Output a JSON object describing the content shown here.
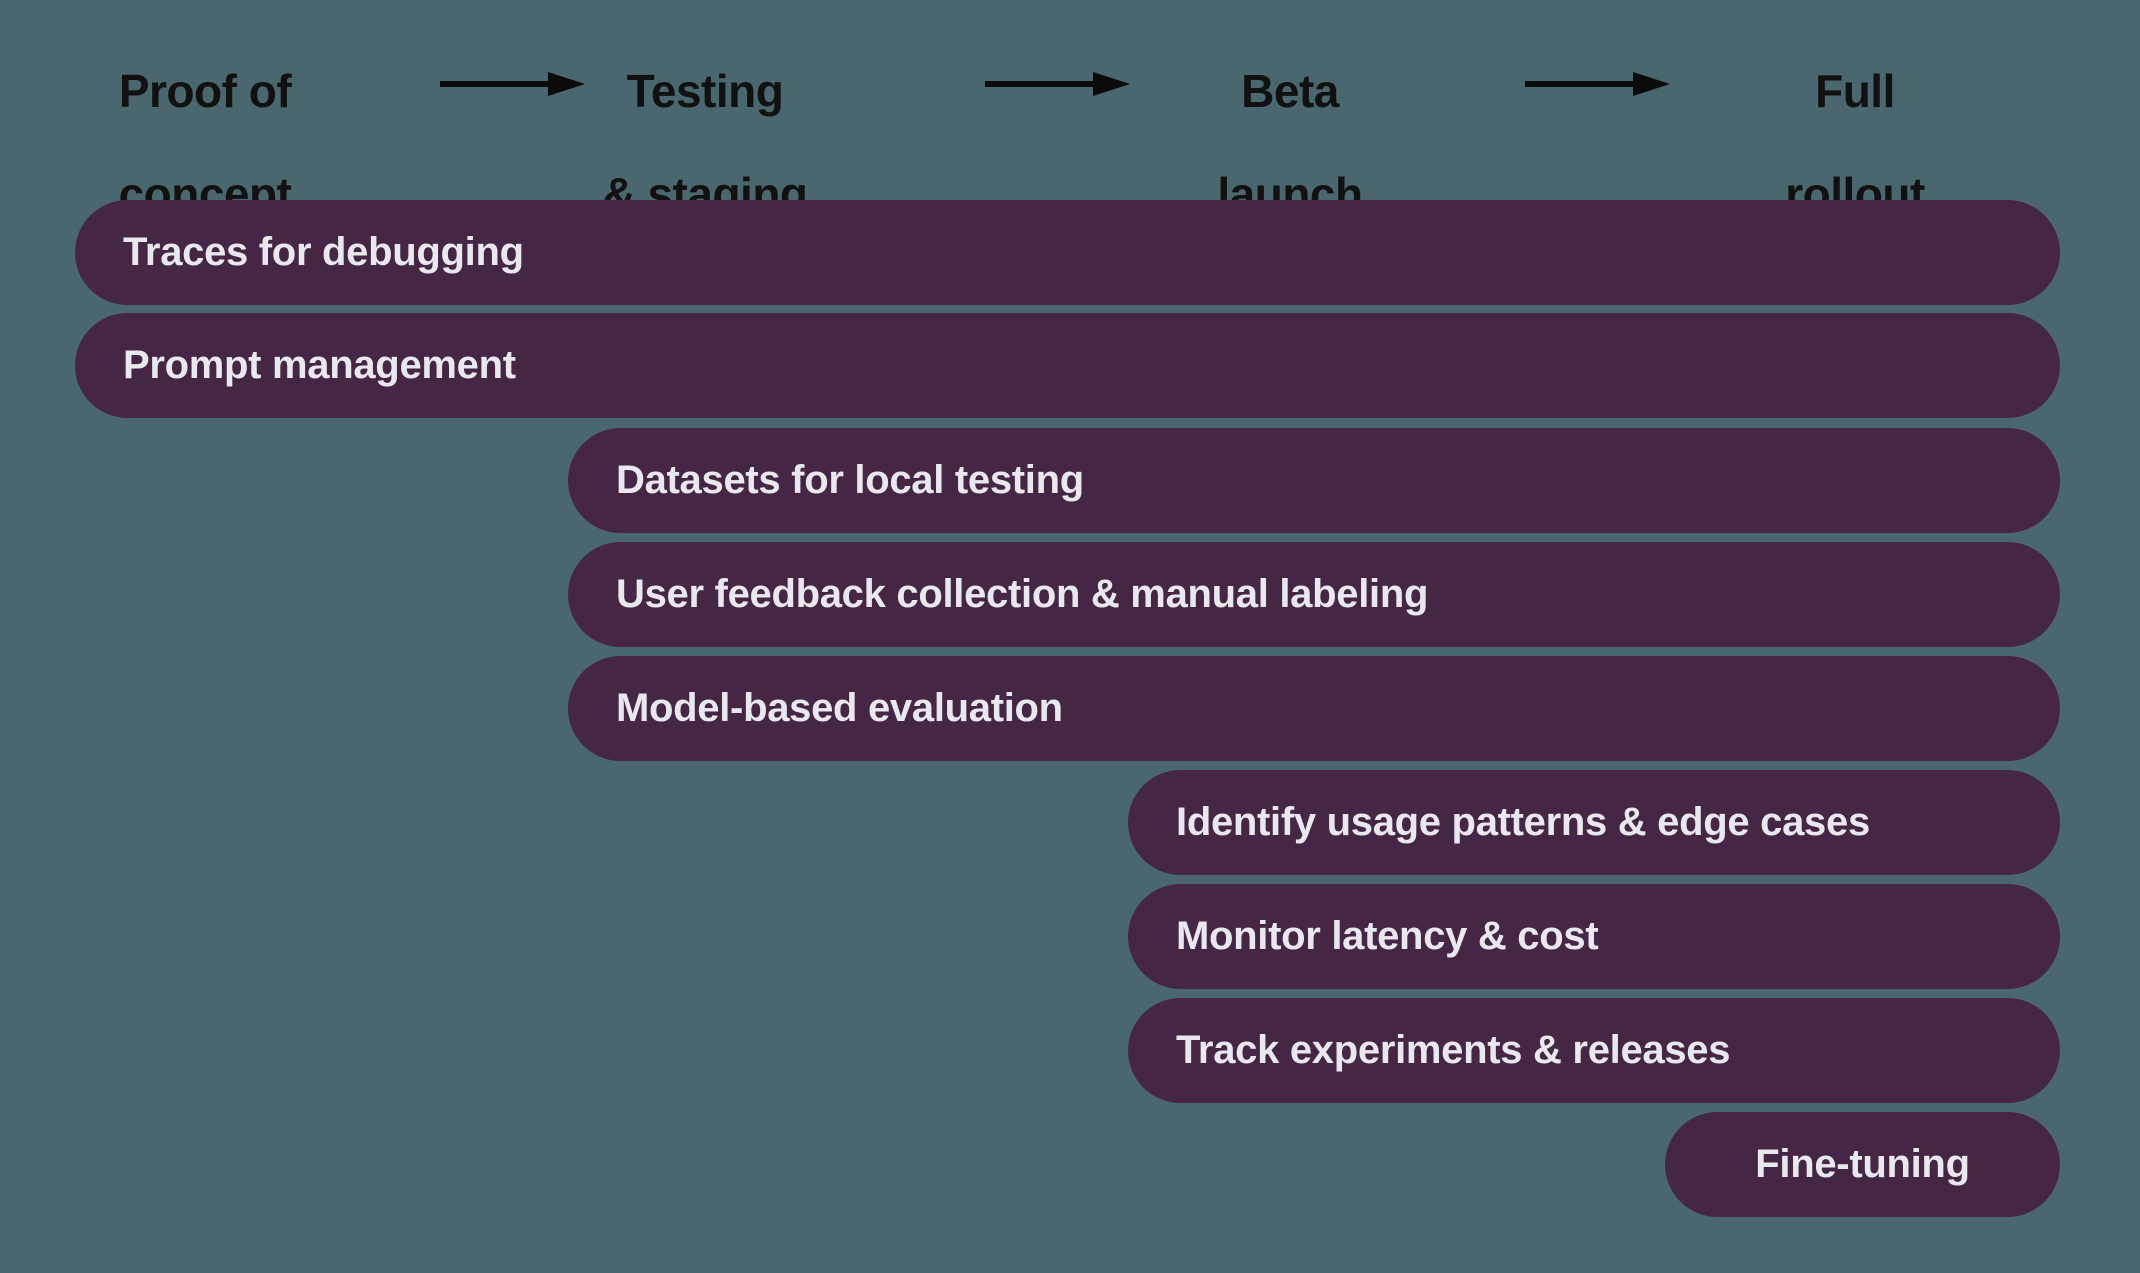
{
  "background_color": "#4a666f",
  "bar_color": "#452644",
  "bar_text_color": "#e9e8ee",
  "stage_text_color": "#111111",
  "stages": [
    {
      "line1": "Proof of",
      "line2": "concept"
    },
    {
      "line1": "Testing",
      "line2": "& staging"
    },
    {
      "line1": "Beta",
      "line2": "launch"
    },
    {
      "line1": "Full",
      "line2": "rollout"
    }
  ],
  "arrows": [
    {
      "name": "arrow-poc-to-testing"
    },
    {
      "name": "arrow-testing-to-beta"
    },
    {
      "name": "arrow-beta-to-rollout"
    }
  ],
  "bars": [
    {
      "label": "Traces for debugging",
      "start_stage": "Proof of concept",
      "end_stage": "Full rollout"
    },
    {
      "label": "Prompt management",
      "start_stage": "Proof of concept",
      "end_stage": "Full rollout"
    },
    {
      "label": "Datasets for local testing",
      "start_stage": "Testing & staging",
      "end_stage": "Full rollout"
    },
    {
      "label": "User feedback collection & manual labeling",
      "start_stage": "Testing & staging",
      "end_stage": "Full rollout"
    },
    {
      "label": "Model-based evaluation",
      "start_stage": "Testing & staging",
      "end_stage": "Full rollout"
    },
    {
      "label": "Identify usage patterns & edge cases",
      "start_stage": "Beta launch",
      "end_stage": "Full rollout"
    },
    {
      "label": "Monitor latency & cost",
      "start_stage": "Beta launch",
      "end_stage": "Full rollout"
    },
    {
      "label": "Track experiments & releases",
      "start_stage": "Beta launch",
      "end_stage": "Full rollout"
    },
    {
      "label": "Fine-tuning",
      "start_stage": "Full rollout",
      "end_stage": "Full rollout"
    }
  ]
}
